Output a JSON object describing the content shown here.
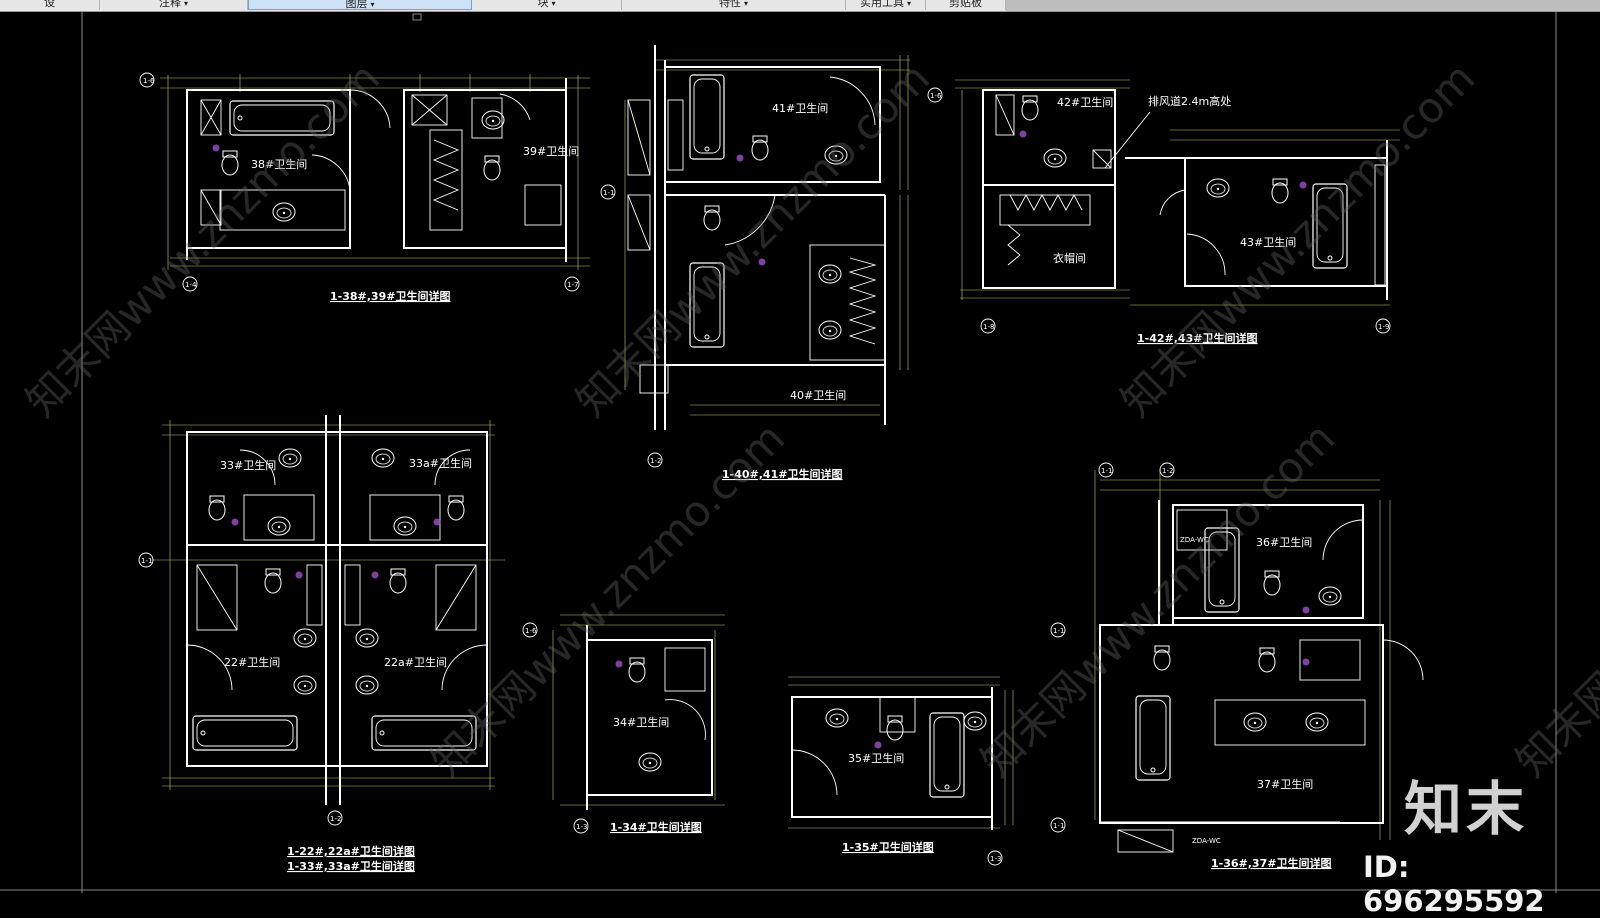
{
  "toolbar": {
    "tabs": [
      {
        "label": "设",
        "dropdown": false
      },
      {
        "label": "注释",
        "dropdown": true
      },
      {
        "label": "图层",
        "dropdown": true,
        "active": true
      },
      {
        "label": "块",
        "dropdown": true
      },
      {
        "label": "特性",
        "dropdown": true
      },
      {
        "label": "实用工具",
        "dropdown": true
      },
      {
        "label": "剪贴板",
        "dropdown": false
      }
    ]
  },
  "colors": {
    "background": "#000000",
    "wall": "#ffffff",
    "dimension": "#c8c864",
    "fixture": "#ffffff",
    "text": "#ffffff",
    "marker": "#a050c8"
  },
  "drawings": {
    "d1": {
      "rooms": [
        "38#卫生间",
        "39#卫生间"
      ],
      "caption": "1-38#,39#卫生间详图",
      "axes": [
        "1-6",
        "1-4",
        "1-7"
      ]
    },
    "d2": {
      "rooms": [
        "41#卫生间",
        "40#卫生间"
      ],
      "caption": "1-40#,41#卫生间详图",
      "axes": [
        "1-1",
        "1-2"
      ]
    },
    "d3": {
      "rooms": [
        "42#卫生间",
        "43#卫生间",
        "衣帽间"
      ],
      "note": "排风道2.4m高处",
      "caption": "1-42#,43#卫生间详图",
      "axes": [
        "1-6",
        "1-8",
        "1-9"
      ]
    },
    "d4": {
      "rooms": [
        "33#卫生间",
        "33a#卫生间",
        "22#卫生间",
        "22a#卫生间"
      ],
      "caption": "1-22#,22a#卫生间详图",
      "caption2": "1-33#,33a#卫生间详图",
      "axes": [
        "1-1",
        "1-2"
      ]
    },
    "d5": {
      "rooms": [
        "34#卫生间"
      ],
      "caption": "1-34#卫生间详图",
      "axes": [
        "1-6",
        "1-3"
      ]
    },
    "d6": {
      "rooms": [
        "35#卫生间"
      ],
      "caption": "1-35#卫生间详图",
      "axes": [
        "1-3"
      ]
    },
    "d7": {
      "rooms": [
        "36#卫生间",
        "37#卫生间"
      ],
      "caption": "1-36#,37#卫生间详图",
      "axes": [
        "1-1",
        "1-2",
        "1-1",
        "1-1"
      ],
      "labels": [
        "ZDA-WC",
        "ZDA-WC"
      ]
    }
  },
  "watermark": {
    "logo": "知末",
    "id": "ID: 696295592",
    "diagonal": "知末网www.znzmo.com"
  }
}
